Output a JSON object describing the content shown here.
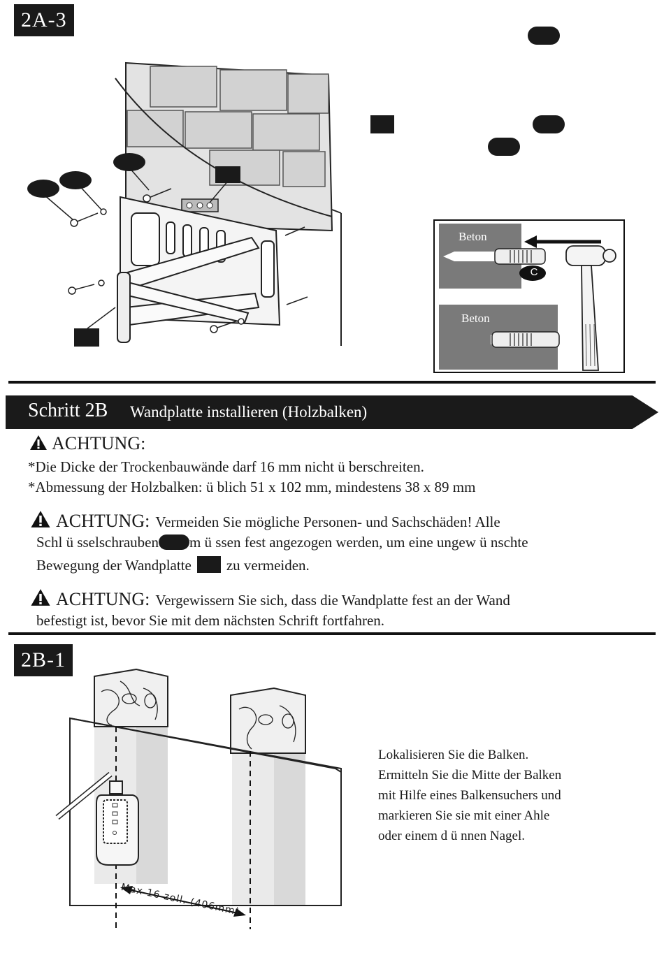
{
  "step_2a3": {
    "tag": "2A-3"
  },
  "inset": {
    "label_top": "Beton",
    "label_bottom": "Beton",
    "anchor_letter": "C"
  },
  "banner": {
    "step": "Schritt 2B",
    "title": "Wandplatte installieren (Holzbalken)"
  },
  "caution1": {
    "heading": "ACHTUNG:",
    "line1": "*Die Dicke der Trockenbauwände darf 16 mm nicht  ü berschreiten.",
    "line2": "*Abmessung der Holzbalken:  ü blich 51 x 102 mm, mindestens 38 x 89 mm"
  },
  "caution2": {
    "heading": "ACHTUNG:",
    "text1": "Vermeiden Sie mögliche Personen- und Sachschäden! Alle",
    "text2a": "Schl ü sselschrauben",
    "text2b": "m ü ssen fest angezogen werden, um eine ungew ü nschte",
    "text3a": "Bewegung der Wandplatte",
    "text3b": "zu vermeiden."
  },
  "caution3": {
    "heading": "ACHTUNG:",
    "text1": "Vergewissern Sie sich, dass die Wandplatte fest an der Wand",
    "text2": "befestigt ist, bevor Sie mit dem nächsten Schrift fortfahren."
  },
  "step_2b1": {
    "tag": "2B-1",
    "dimension": "Max 16 zoll. (406mm)"
  },
  "instructions": [
    "Lokalisieren Sie die Balken.",
    "Ermitteln Sie die Mitte der Balken",
    "mit Hilfe eines Balkensuchers und",
    "markieren Sie sie mit einer Ahle",
    "oder einem d ü nnen Nagel."
  ]
}
